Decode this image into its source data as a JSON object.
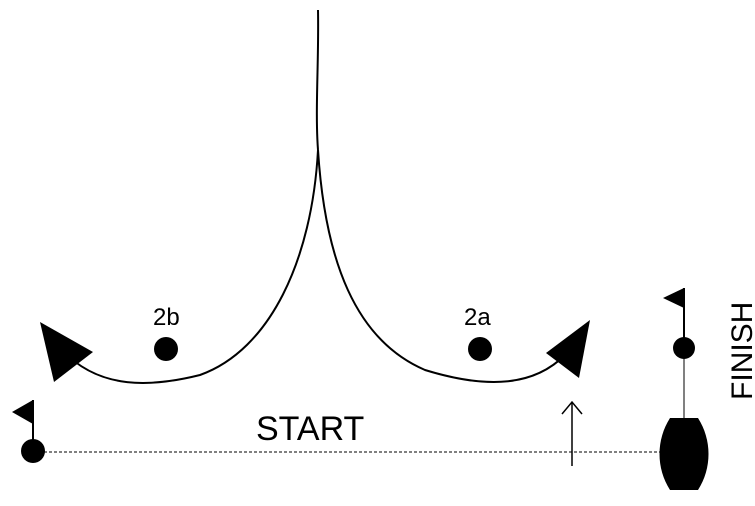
{
  "diagram": {
    "start_label": "START",
    "finish_label": "FINISH",
    "mark_2a_label": "2a",
    "mark_2b_label": "2b"
  },
  "colors": {
    "ink": "#000000",
    "background": "#ffffff"
  },
  "icons": {
    "start_flag": "flag-icon",
    "finish_flag": "flag-icon",
    "committee_boat": "boat-icon",
    "wind_arrow": "arrow-up-icon"
  }
}
